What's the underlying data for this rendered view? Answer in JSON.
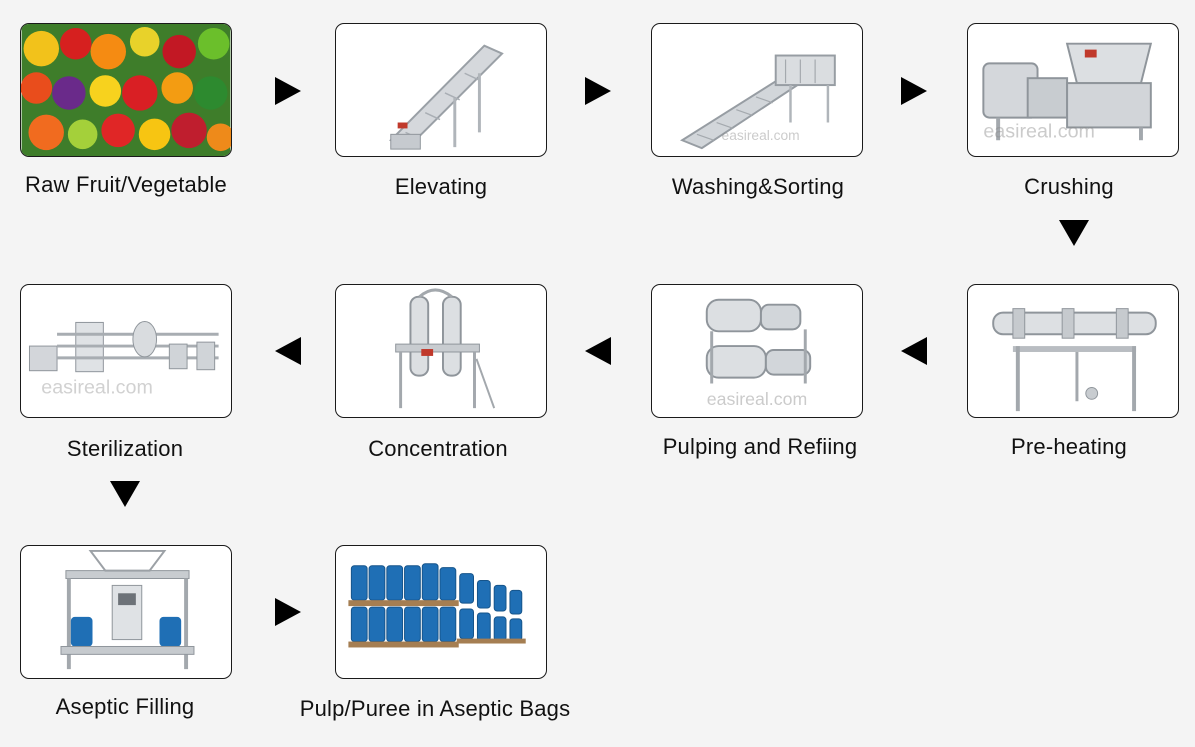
{
  "steps": [
    {
      "label": "Raw Fruit/Vegetable"
    },
    {
      "label": "Elevating"
    },
    {
      "label": "Washing&Sorting"
    },
    {
      "label": "Crushing"
    },
    {
      "label": "Pre-heating"
    },
    {
      "label": "Pulping and Refiing"
    },
    {
      "label": "Concentration"
    },
    {
      "label": "Sterilization"
    },
    {
      "label": "Aseptic Filling"
    },
    {
      "label": "Pulp/Puree in Aseptic Bags"
    }
  ],
  "watermark": "easireal.com",
  "colors": {
    "arrow": "#000000",
    "card_border": "#1a1a1a",
    "barrel": "#1f6fb5",
    "steel": "#c9ccd0"
  }
}
